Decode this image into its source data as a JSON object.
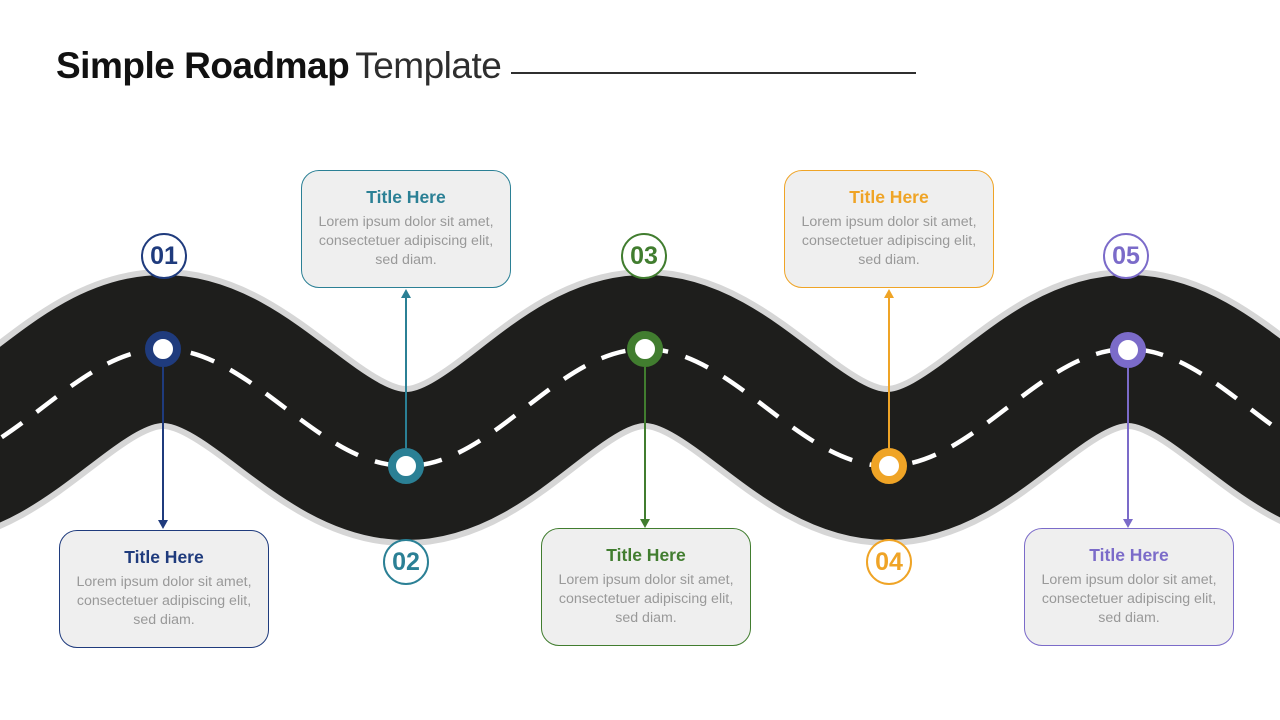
{
  "header": {
    "title_bold": "Simple Roadmap",
    "title_light": "Template"
  },
  "road": {
    "surface_color": "#1e1e1c",
    "edge_color": "#d6d6d6",
    "dash_color": "#ffffff"
  },
  "milestones": [
    {
      "number": "01",
      "title": "Title Here",
      "body": "Lorem ipsum dolor sit amet, consectetuer adipiscing elit, sed diam.",
      "color": "#1f3b7d",
      "card_position": "below-road"
    },
    {
      "number": "02",
      "title": "Title Here",
      "body": "Lorem ipsum dolor sit amet, consectetuer adipiscing elit, sed diam.",
      "color": "#2b8095",
      "card_position": "above-road"
    },
    {
      "number": "03",
      "title": "Title Here",
      "body": "Lorem ipsum dolor sit amet, consectetuer adipiscing elit, sed diam.",
      "color": "#417d2f",
      "card_position": "below-road"
    },
    {
      "number": "04",
      "title": "Title Here",
      "body": "Lorem ipsum dolor sit amet, consectetuer adipiscing elit, sed diam.",
      "color": "#efa426",
      "card_position": "above-road"
    },
    {
      "number": "05",
      "title": "Title Here",
      "body": "Lorem ipsum dolor sit amet, consectetuer adipiscing elit, sed diam.",
      "color": "#7b6bc9",
      "card_position": "below-road"
    }
  ]
}
